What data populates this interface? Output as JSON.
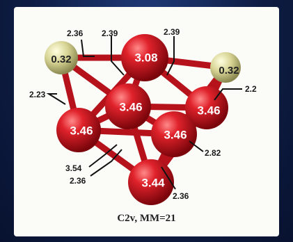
{
  "caption": "C2v, MM=21",
  "atoms": [
    {
      "id": "a0",
      "label": "0.32",
      "element": "X"
    },
    {
      "id": "a1",
      "label": "3.08",
      "element": "Fe"
    },
    {
      "id": "a2",
      "label": "0.32",
      "element": "X"
    },
    {
      "id": "a3",
      "label": "3.46",
      "element": "Fe"
    },
    {
      "id": "a4",
      "label": "3.46",
      "element": "Fe"
    },
    {
      "id": "a5",
      "label": "3.46",
      "element": "Fe"
    },
    {
      "id": "a6",
      "label": "3.46",
      "element": "Fe"
    },
    {
      "id": "a7",
      "label": "3.44",
      "element": "Fe"
    }
  ],
  "bond_labels": [
    "2.36",
    "2.39",
    "2.39",
    "2.23",
    "2.2",
    "2.82",
    "3.54",
    "2.36",
    "2.36"
  ],
  "colors": {
    "fe_atom": "#c8101a",
    "x_atom": "#d9d79a",
    "bond": "#b5121b",
    "leader_line": "#111111"
  }
}
